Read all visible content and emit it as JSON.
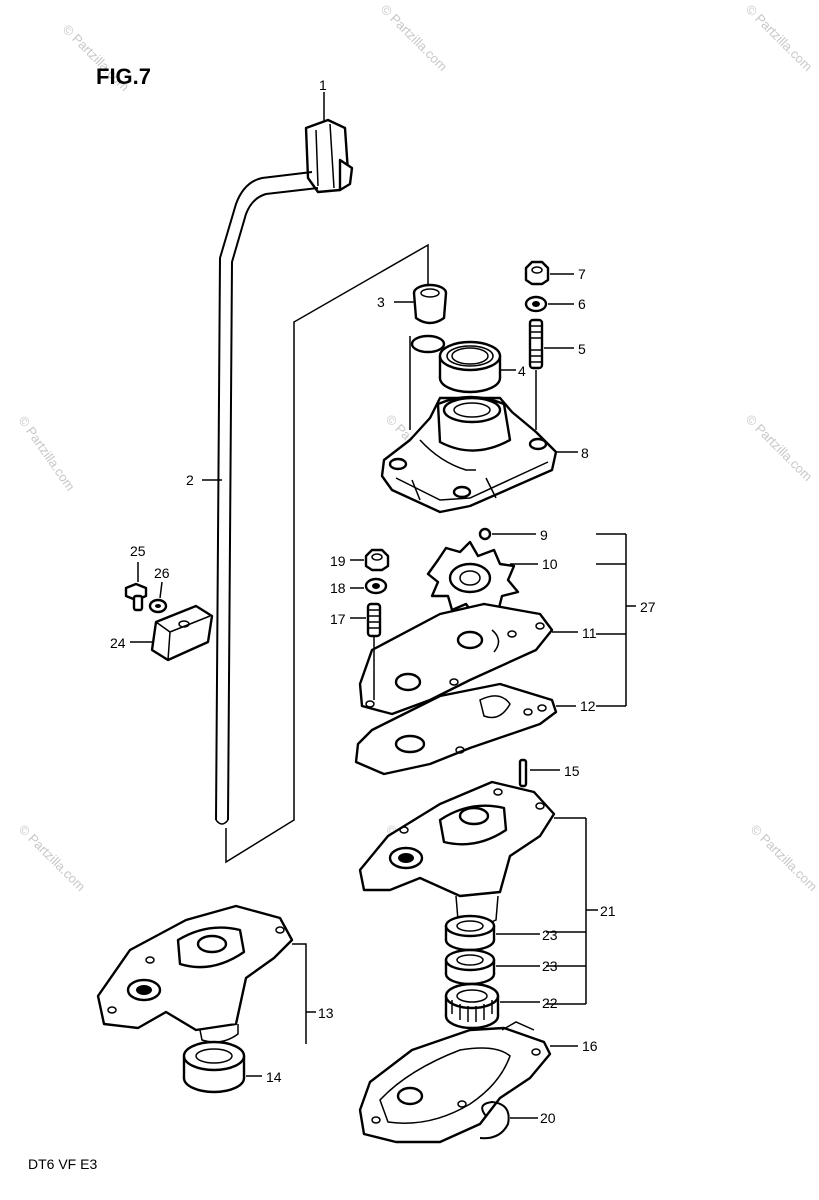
{
  "figure_title": "FIG.7",
  "footer_code": "DT6  VF  E3",
  "watermark": "© Partzilla.com",
  "callouts": {
    "c1": "1",
    "c2": "2",
    "c3": "3",
    "c4": "4",
    "c5": "5",
    "c6": "6",
    "c7": "7",
    "c8": "8",
    "c9": "9",
    "c10": "10",
    "c11": "11",
    "c12": "12",
    "c13": "13",
    "c14": "14",
    "c15": "15",
    "c16": "16",
    "c17": "17",
    "c18": "18",
    "c19": "19",
    "c20": "20",
    "c21": "21",
    "c22": "22",
    "c23a": "23",
    "c23b": "23",
    "c24": "24",
    "c25": "25",
    "c26": "26",
    "c27": "27"
  }
}
